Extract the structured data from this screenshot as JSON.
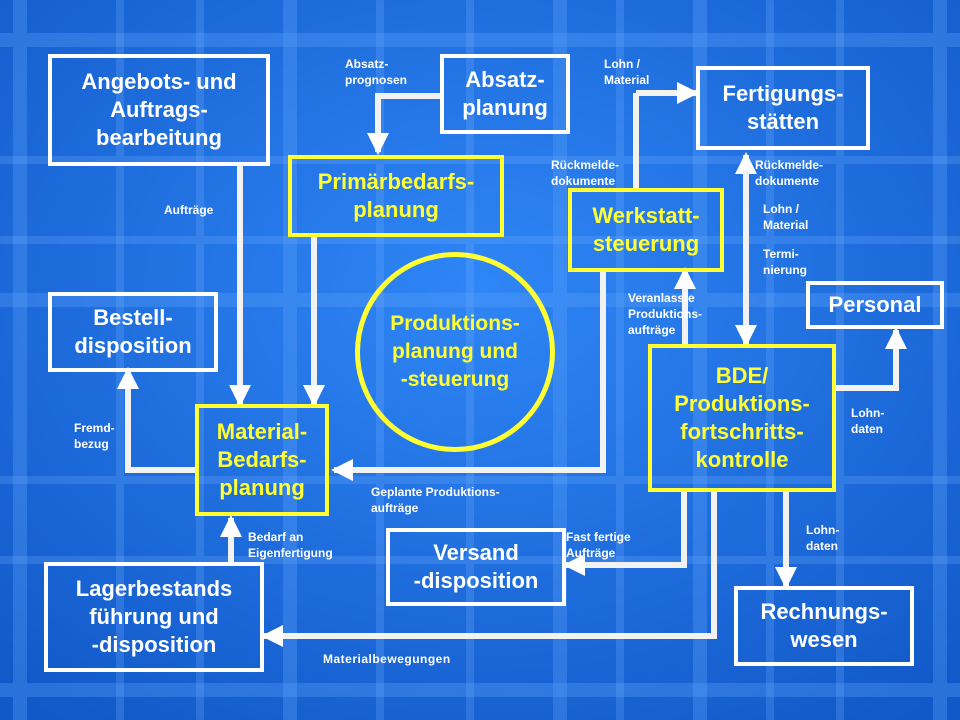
{
  "colors": {
    "background": "#1a6ee6",
    "box_border": "#ffffff",
    "highlight": "#ffff33"
  },
  "center": {
    "text": "Produktions-\nplanung und\n-steuerung"
  },
  "boxes": {
    "angebots": "Angebots- und\nAuftrags-\nbearbeitung",
    "absatzplanung": "Absatz-\nplanung",
    "fertigungsstaetten": "Fertigungs-\nstätten",
    "primaerbedarfsplanung": "Primärbedarfs-\nplanung",
    "werkstattsteuerung": "Werkstatt-\nsteuerung",
    "bestelldisposition": "Bestell-\ndisposition",
    "personal": "Personal",
    "materialbedarfsplanung": "Material-\nBedarfs-\nplanung",
    "bde": "BDE/\nProduktions-\nfortschritts-\nkontrolle",
    "versanddisposition": "Versand\n-disposition",
    "lagerbestand": "Lagerbestands\nführung und\n-disposition",
    "rechnungswesen": "Rechnungs-\nwesen"
  },
  "labels": {
    "absatzprognosen": "Absatz-\nprognosen",
    "lohn_material_top": "Lohn /\nMaterial",
    "rueckmelde_left": "Rückmelde-\ndokumente",
    "rueckmelde_right": "Rückmelde-\ndokumente",
    "lohn_material_right": "Lohn /\nMaterial",
    "terminierung": "Termi-\nnierung",
    "auftraege": "Aufträge",
    "veranlasste": "Veranlasste\nProduktions-\naufträge",
    "lohndaten_right": "Lohn-\ndaten",
    "fremdbezug": "Fremd-\nbezug",
    "geplante": "Geplante Produktions-\naufträge",
    "bedarf_eigen": "Bedarf an\nEigenfertigung",
    "fast_fertige": "Fast fertige\nAufträge",
    "lohndaten_bottom": "Lohn-\ndaten",
    "materialbewegungen": "Materialbewegungen"
  }
}
